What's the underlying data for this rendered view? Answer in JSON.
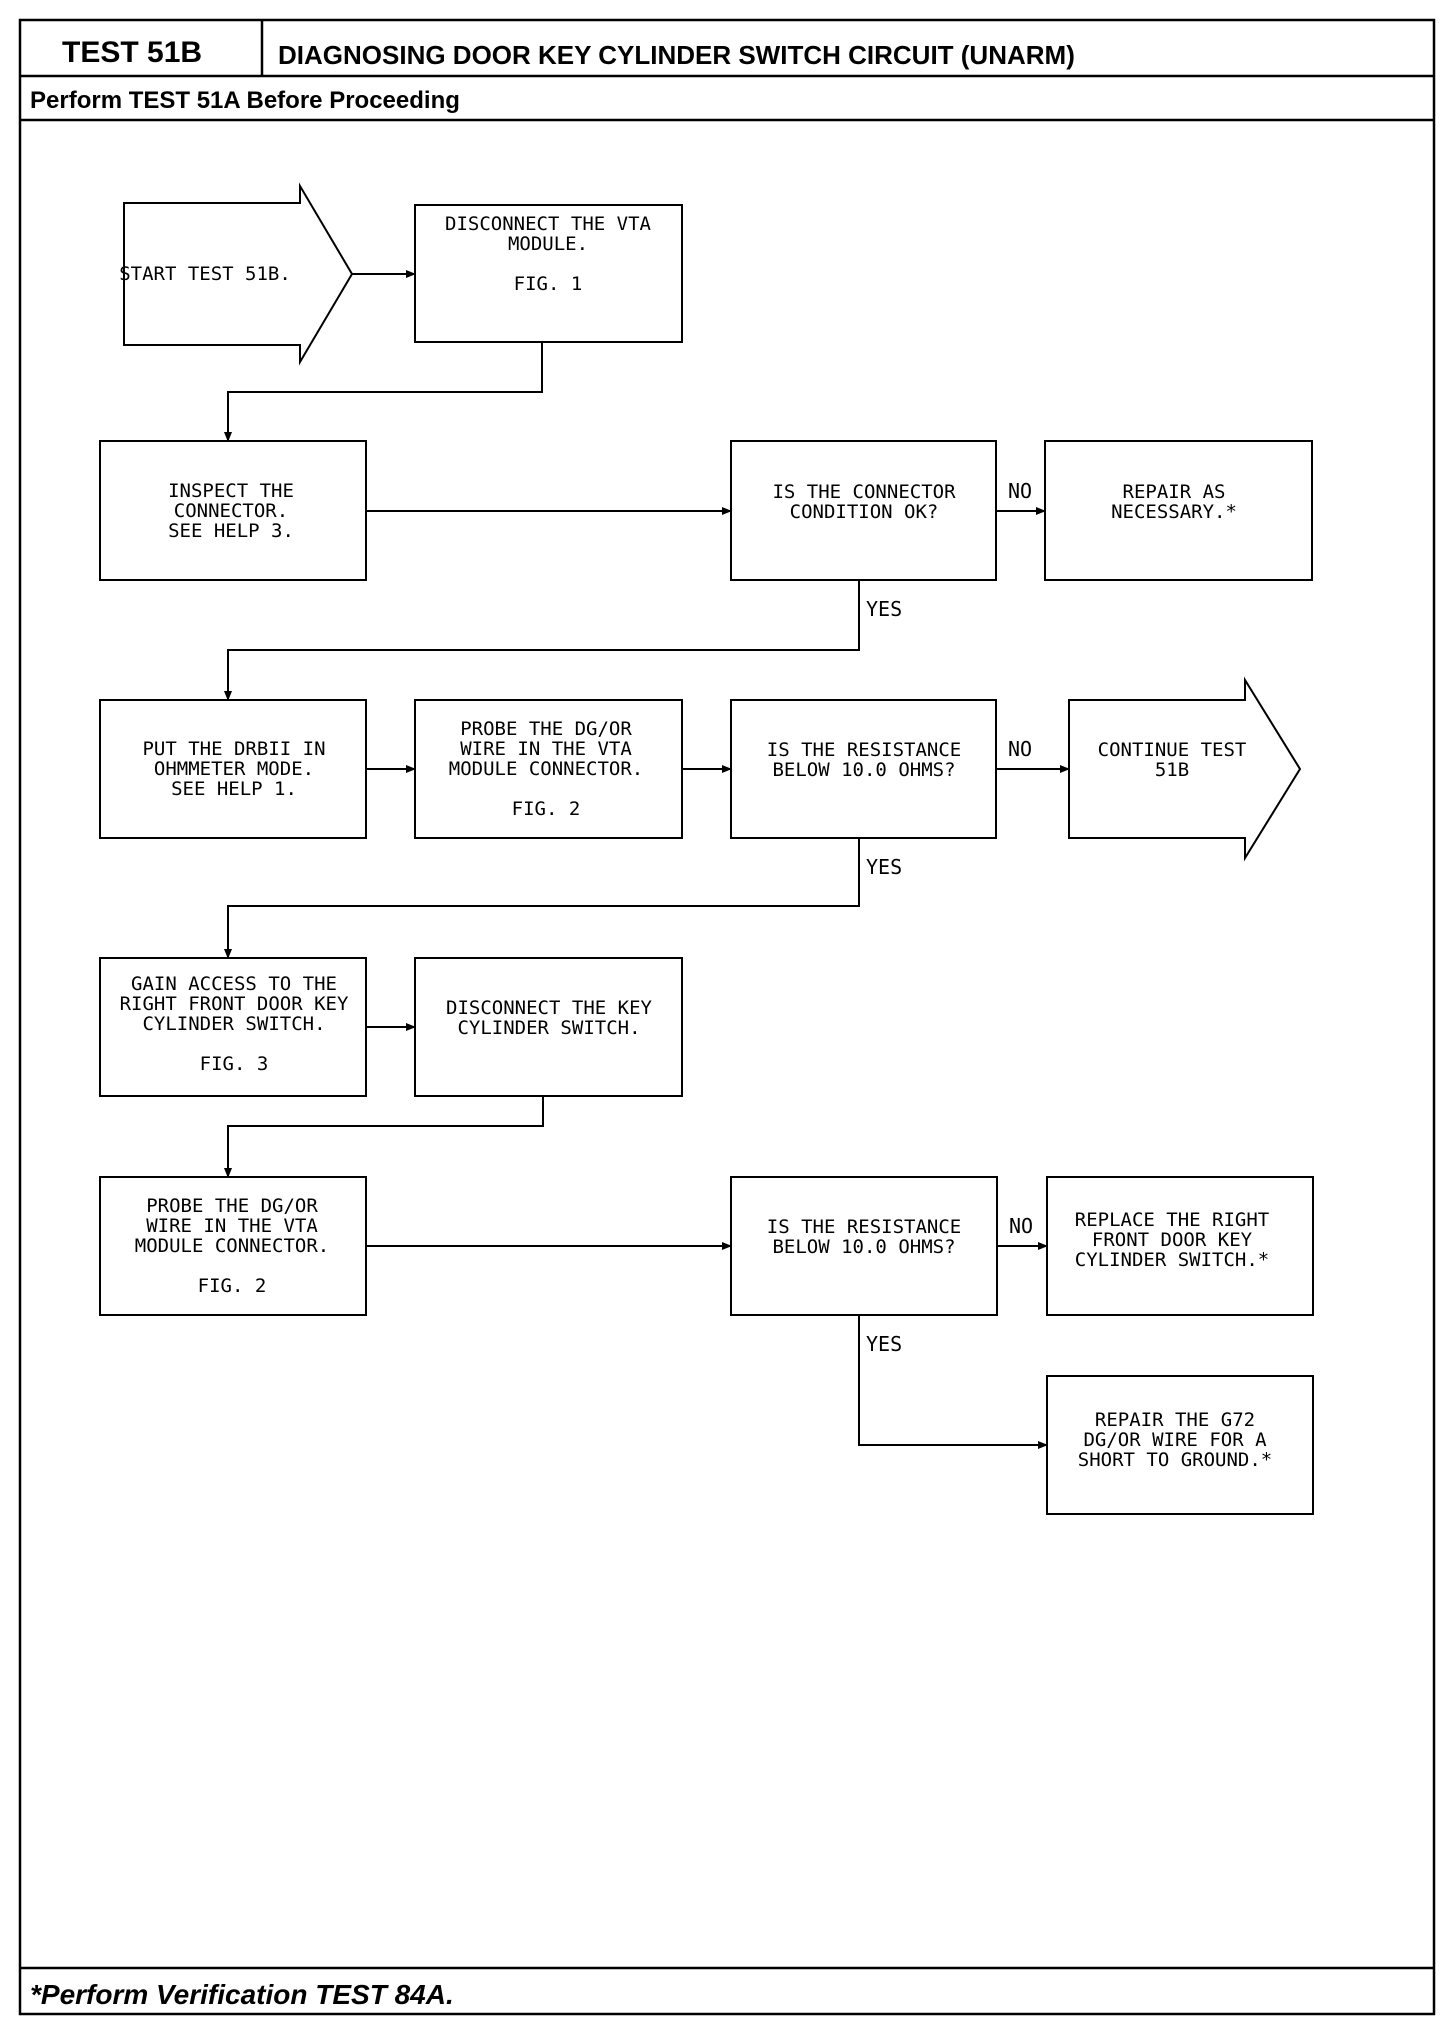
{
  "header": {
    "test_id": "TEST 51B",
    "title": "DIAGNOSING DOOR KEY CYLINDER SWITCH CIRCUIT (UNARM)",
    "prereq": "Perform TEST 51A Before Proceeding"
  },
  "footer": {
    "note": "*Perform Verification TEST 84A."
  },
  "flow": {
    "start": [
      "START TEST 51B."
    ],
    "disconnect_vta": [
      "DISCONNECT THE VTA",
      "MODULE.",
      "",
      "FIG. 1"
    ],
    "inspect_connector": [
      "INSPECT THE",
      "CONNECTOR.",
      "SEE HELP 3."
    ],
    "connector_ok": [
      "IS THE CONNECTOR",
      "CONDITION OK?"
    ],
    "repair_as_necessary": [
      "REPAIR AS",
      "NECESSARY.*"
    ],
    "put_drbii": [
      "PUT THE DRBII IN",
      "OHMMETER MODE.",
      "SEE HELP 1."
    ],
    "probe_dg_1": [
      "PROBE THE DG/OR",
      "WIRE IN THE VTA",
      "MODULE CONNECTOR.",
      "",
      "FIG. 2"
    ],
    "resistance_q1": [
      "IS THE RESISTANCE",
      "BELOW 10.0 OHMS?"
    ],
    "continue_test": [
      "CONTINUE TEST",
      "51B"
    ],
    "gain_access": [
      "GAIN ACCESS TO THE",
      "RIGHT FRONT DOOR KEY",
      "CYLINDER SWITCH.",
      "",
      "FIG. 3"
    ],
    "disconnect_key": [
      "DISCONNECT THE KEY",
      "CYLINDER SWITCH."
    ],
    "probe_dg_2": [
      "PROBE THE DG/OR",
      "WIRE IN THE VTA",
      "MODULE CONNECTOR.",
      "",
      "FIG. 2"
    ],
    "resistance_q2": [
      "IS THE RESISTANCE",
      "BELOW 10.0 OHMS?"
    ],
    "replace_switch": [
      "REPLACE THE RIGHT",
      "FRONT DOOR KEY",
      "CYLINDER SWITCH.*"
    ],
    "repair_g72": [
      "REPAIR THE G72",
      "DG/OR WIRE FOR A",
      "SHORT TO GROUND.*"
    ]
  },
  "labels": {
    "yes": "YES",
    "no": "NO"
  }
}
